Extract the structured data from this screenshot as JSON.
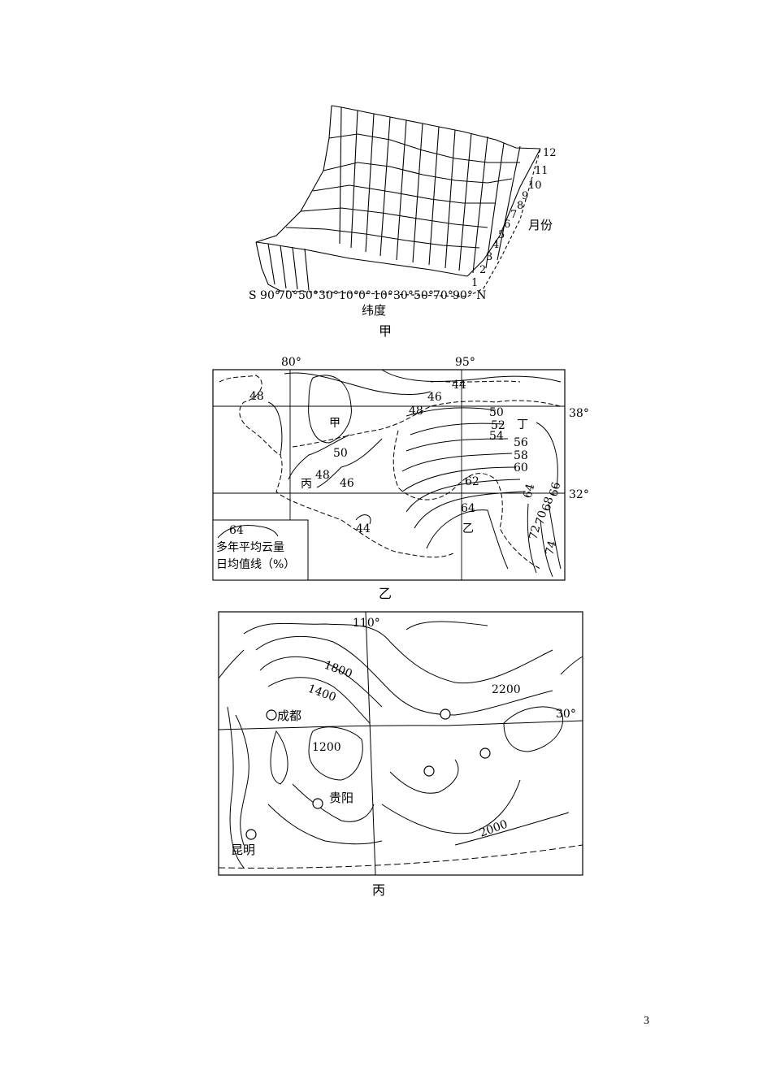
{
  "figure_jia": {
    "caption": "甲",
    "axis_label": "纬度",
    "lat_ticks": [
      "S 90°",
      "70°",
      "50°",
      "30°",
      "10°",
      "0°",
      "10°",
      "30°",
      "50°",
      "70°",
      "90° N"
    ],
    "month_label": "月份",
    "month_ticks": [
      "1",
      "2",
      "3",
      "4",
      "5",
      "6",
      "7",
      "8",
      "9",
      "10",
      "11",
      "12"
    ]
  },
  "figure_yi": {
    "caption": "乙",
    "lon_labels": [
      "80°",
      "95°"
    ],
    "lat_labels": [
      "38°",
      "32°"
    ],
    "place_labels": {
      "jia": "甲",
      "yi": "乙",
      "bing": "丙",
      "ding": "丁"
    },
    "contour_labels": [
      "48",
      "44",
      "46",
      "48",
      "50",
      "52",
      "54",
      "56",
      "58",
      "60",
      "62",
      "64",
      "50",
      "48",
      "46",
      "44",
      "64",
      "66",
      "68",
      "70",
      "72",
      "74"
    ],
    "legend_value": "64",
    "legend_line1": "多年平均云量",
    "legend_line2": "日均值线（%）"
  },
  "figure_bing": {
    "caption": "丙",
    "lon_label": "110°",
    "lat_label": "30°",
    "contour_labels": [
      "1800",
      "1400",
      "1200",
      "2200",
      "2000"
    ],
    "cities": {
      "chengdu": "成都",
      "guiyang": "贵阳",
      "kunming": "昆明"
    }
  },
  "page_number": "3"
}
